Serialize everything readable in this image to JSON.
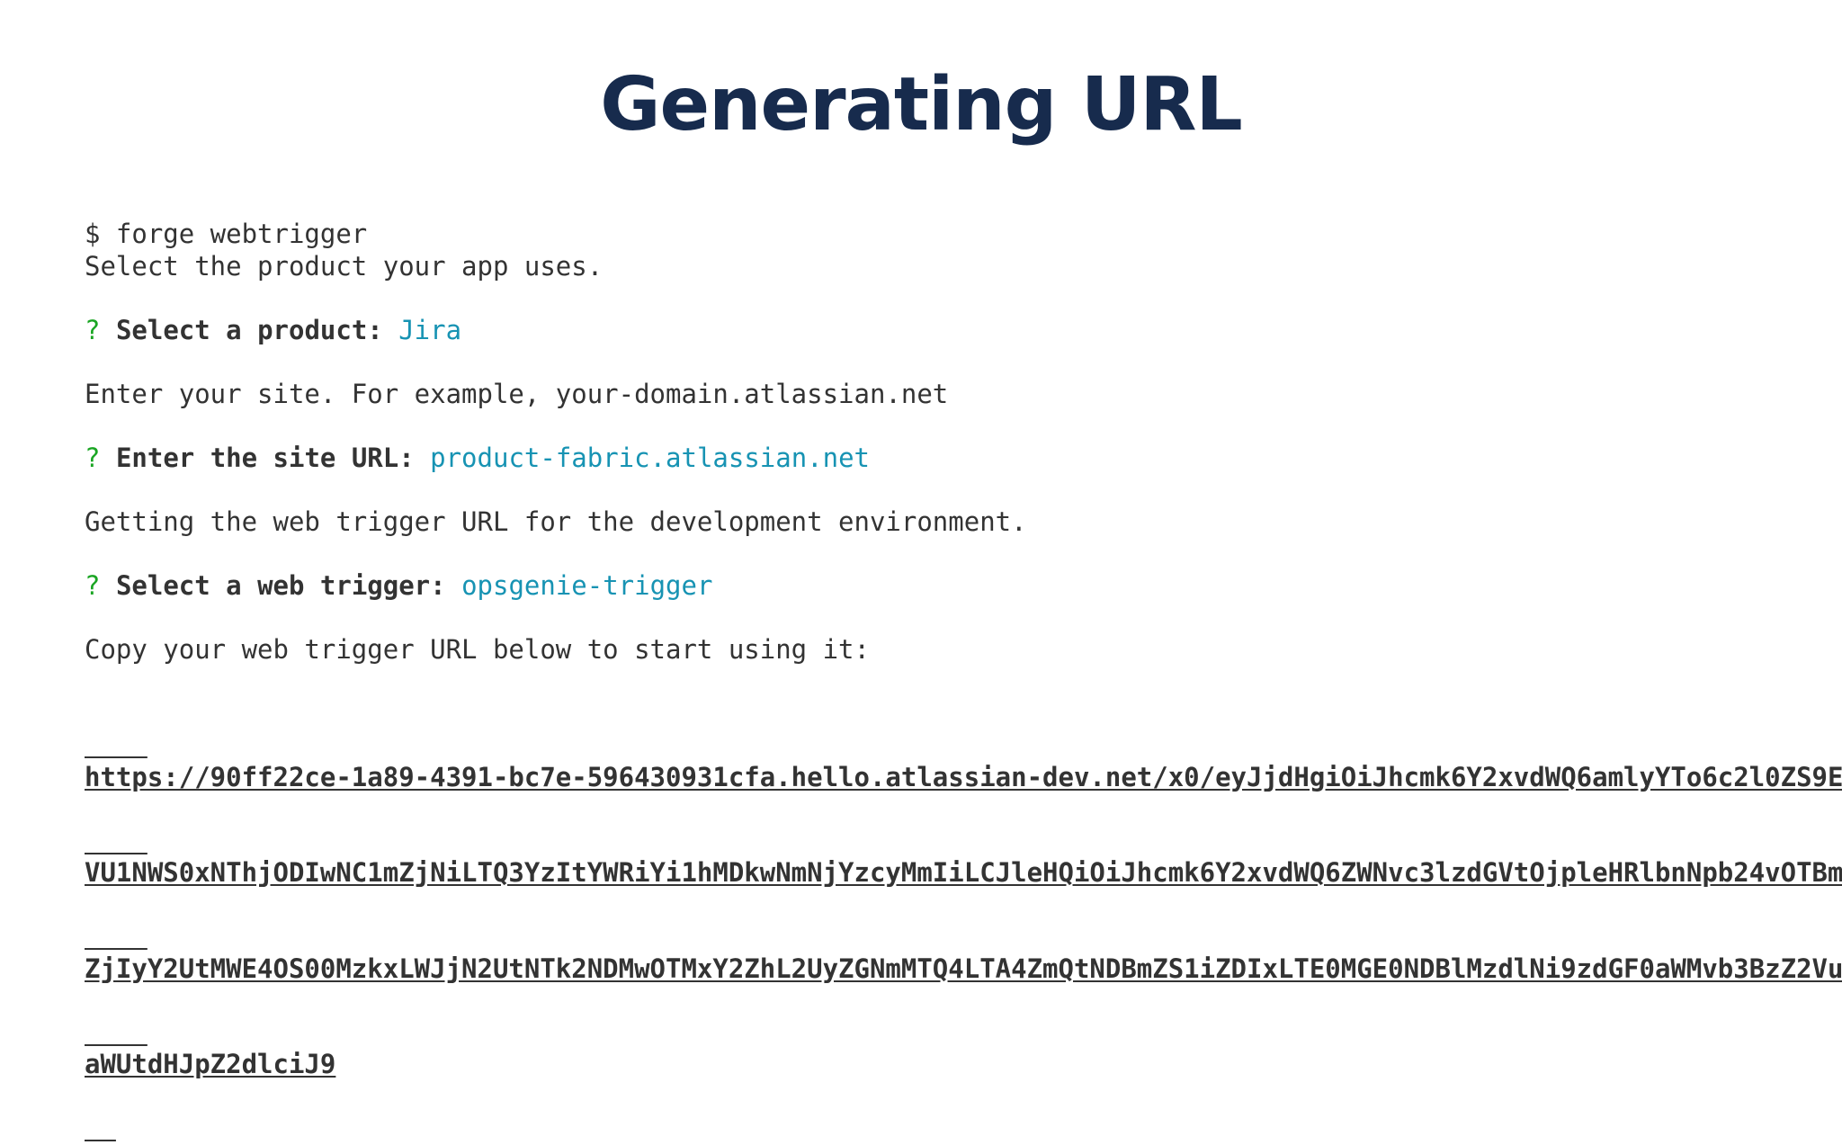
{
  "slide": {
    "title": "Generating URL"
  },
  "terminal": {
    "command": "$ forge webtrigger",
    "select_product_info": "Select the product your app uses.",
    "product_prompt": {
      "mark": "?",
      "label": "Select a product:",
      "answer": "Jira"
    },
    "site_info": "Enter your site. For example, your-domain.atlassian.net",
    "site_prompt": {
      "mark": "?",
      "label": "Enter the site URL:",
      "answer": "product-fabric.atlassian.net"
    },
    "getting_info": "Getting the web trigger URL for the development environment.",
    "trigger_prompt": {
      "mark": "?",
      "label": "Select a web trigger:",
      "answer": "opsgenie-trigger"
    },
    "copy_info": "Copy your web trigger URL below to start using it:",
    "url_lines": [
      "https://90ff22ce-1a89-4391-bc7e-596430931cfa.hello.atlassian-dev.net/x0/eyJjdHgiOiJhcmk6Y2xvdWQ6amlyYTo6c2l0ZS9E",
      "VU1NWS0xNThjODIwNC1mZjNiLTQ3YzItYWRiYi1hMDkwNmNjYzcyMmIiLCJleHQiOiJhcmk6Y2xvdWQ6ZWNvc3lzdGVtOjpleHRlbnNpb24vOTBm",
      "ZjIyY2UtMWE4OS00MzkxLWJjN2UtNTk2NDMwOTMxY2ZhL2UyZGNmMTQ4LTA4ZmQtNDBmZS1iZDIxLTE0MGE0NDBlMzdlNi9zdGF0aWMvb3BzZ2Vu",
      "aWUtdHJpZ2dlciJ9"
    ]
  }
}
